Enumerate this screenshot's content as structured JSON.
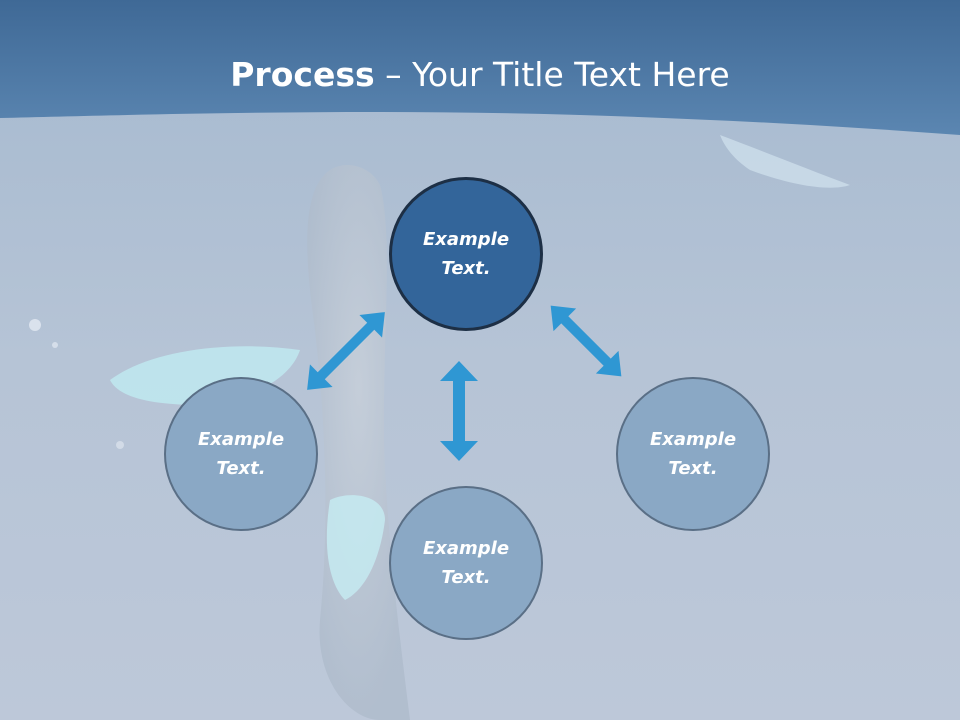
{
  "title": {
    "bold": "Process",
    "rest": " – Your Title Text Here"
  },
  "nodes": {
    "top": {
      "line1": "Example",
      "line2": "Text."
    },
    "left": {
      "line1": "Example",
      "line2": "Text."
    },
    "bottom": {
      "line1": "Example",
      "line2": "Text."
    },
    "right": {
      "line1": "Example",
      "line2": "Text."
    }
  },
  "colors": {
    "header": "#4a74a0",
    "center_node": "#33659a",
    "outer_node": "#8aa8c5",
    "arrow": "#2f97d3"
  }
}
